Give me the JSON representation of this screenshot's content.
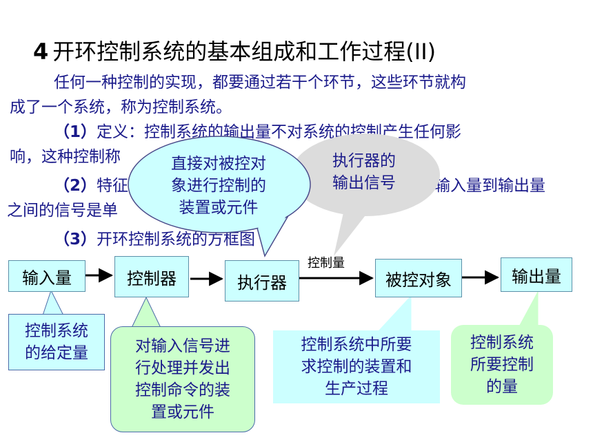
{
  "title": {
    "number": "4",
    "text": "开环控制系统的基本组成和工作过程(II)"
  },
  "intro": {
    "line1": "任何一种控制的实现，都要通过若干个环节，这些环节就构",
    "line2": "成了一个系统，称为控制系统。"
  },
  "definition": {
    "label": "（1）",
    "line1": "定义：控制系统的输出量不对系统的控制产生任何影",
    "line2": "响，这种控制称"
  },
  "feature": {
    "label": "（2）",
    "text_a": "特征",
    "text_b": "输入量到输出量",
    "line2": "之间的信号是单"
  },
  "block_heading": {
    "label": "（3）",
    "text": "开环控制系统的方框图"
  },
  "bubbles": {
    "controlled_device": [
      "直接对被控对",
      "象进行控制的",
      "装置或元件"
    ],
    "actuator_output": [
      "执行器的",
      "输出信号"
    ]
  },
  "blocks": {
    "input": "输入量",
    "controller": "控制器",
    "actuator": "执行器",
    "plant": "被控对象",
    "output": "输出量"
  },
  "signal_label": "控制量",
  "notes": {
    "input_note": [
      "控制系统",
      "的给定量"
    ],
    "controller_note": [
      "对输入信号进",
      "行处理并发出",
      "控制命令的装",
      "置或元件"
    ],
    "plant_note": [
      "控制系统中所要",
      "求控制的装置和",
      "生产过程"
    ],
    "output_note": [
      "控制系统",
      "所要控制",
      "的量"
    ]
  },
  "colors": {
    "box_fill": "#ccffff",
    "green_note": "#ccffcc",
    "bubble_gray": "#dcdcdc",
    "text_blue": "#1a1a8a"
  }
}
